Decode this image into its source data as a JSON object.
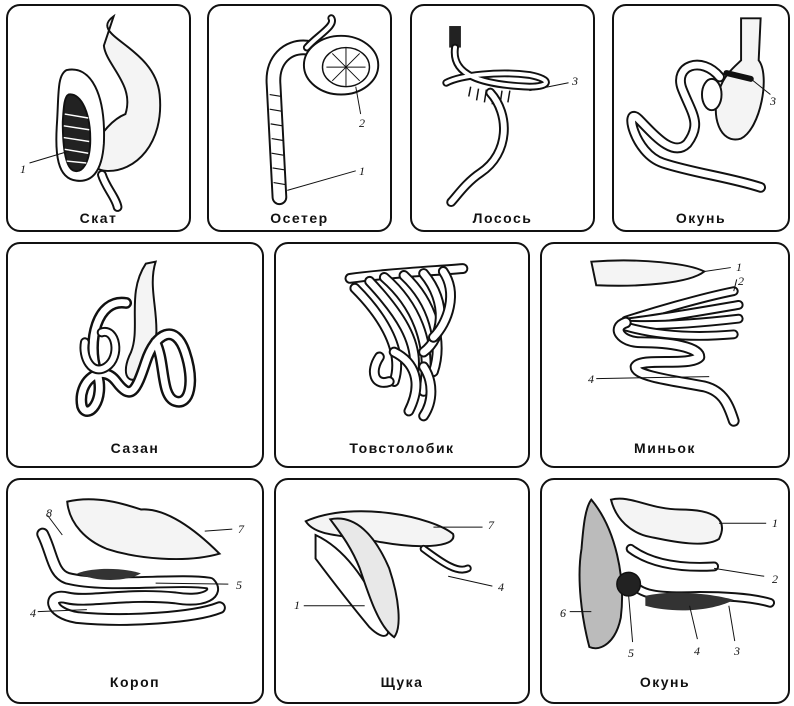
{
  "panels": [
    {
      "id": "skat",
      "caption": "Скат",
      "labels": [
        "1"
      ]
    },
    {
      "id": "osetr",
      "caption": "Осетер",
      "labels": [
        "1",
        "2"
      ]
    },
    {
      "id": "losos",
      "caption": "Лосось",
      "labels": [
        "3"
      ]
    },
    {
      "id": "okun1",
      "caption": "Окунь",
      "labels": [
        "3"
      ]
    },
    {
      "id": "sazan",
      "caption": "Сазан",
      "labels": []
    },
    {
      "id": "tovstolobik",
      "caption": "Товстолобик",
      "labels": []
    },
    {
      "id": "minok",
      "caption": "Миньок",
      "labels": [
        "1",
        "2",
        "4"
      ]
    },
    {
      "id": "korop",
      "caption": "Короп",
      "labels": [
        "8",
        "7",
        "5",
        "4"
      ]
    },
    {
      "id": "shchuka",
      "caption": "Щука",
      "labels": [
        "7",
        "4",
        "1"
      ]
    },
    {
      "id": "okun2",
      "caption": "Окунь",
      "labels": [
        "1",
        "2",
        "6",
        "5",
        "4",
        "3"
      ]
    }
  ],
  "icons": {
    "organ": "digestive-tract-drawing"
  }
}
